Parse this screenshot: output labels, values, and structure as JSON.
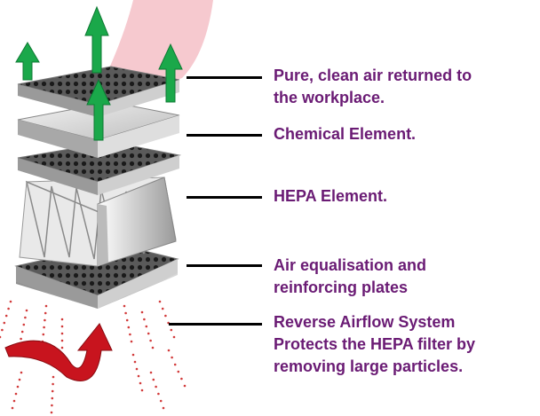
{
  "labels": {
    "clean_air": [
      "Pure, clean air returned to",
      "the workplace."
    ],
    "chemical": [
      "Chemical Element."
    ],
    "hepa": [
      "HEPA Element."
    ],
    "plates": [
      "Air equalisation and",
      "reinforcing plates"
    ],
    "reverse": [
      "Reverse Airflow System",
      "Protects the HEPA filter by",
      "removing large particles."
    ]
  },
  "colors": {
    "label_text": "#6a1b74",
    "clean_air_arrow": "#1aa84a",
    "reverse_arrow": "#c8141e",
    "particles": "#d23a3a",
    "outflow_plume": "#f6c9cf",
    "plate_dark": "#4a4a4a",
    "plate_light": "#cfcfcf"
  }
}
